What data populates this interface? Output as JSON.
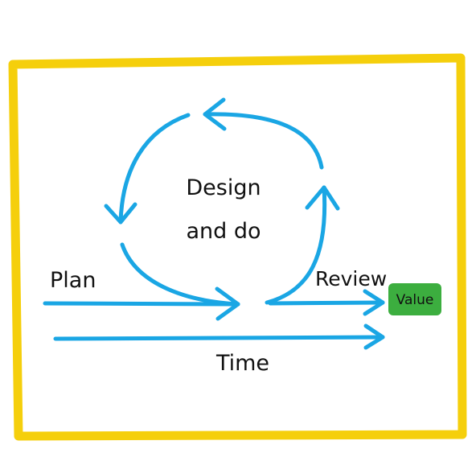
{
  "labels": {
    "cycle_line1": "Design",
    "cycle_line2": "and do",
    "plan": "Plan",
    "review": "Review",
    "time": "Time",
    "value": "Value"
  },
  "colors": {
    "frame": "#f5cf0c",
    "arrow": "#1aa6e4",
    "value_box": "#3cae3f",
    "text": "#111111"
  }
}
